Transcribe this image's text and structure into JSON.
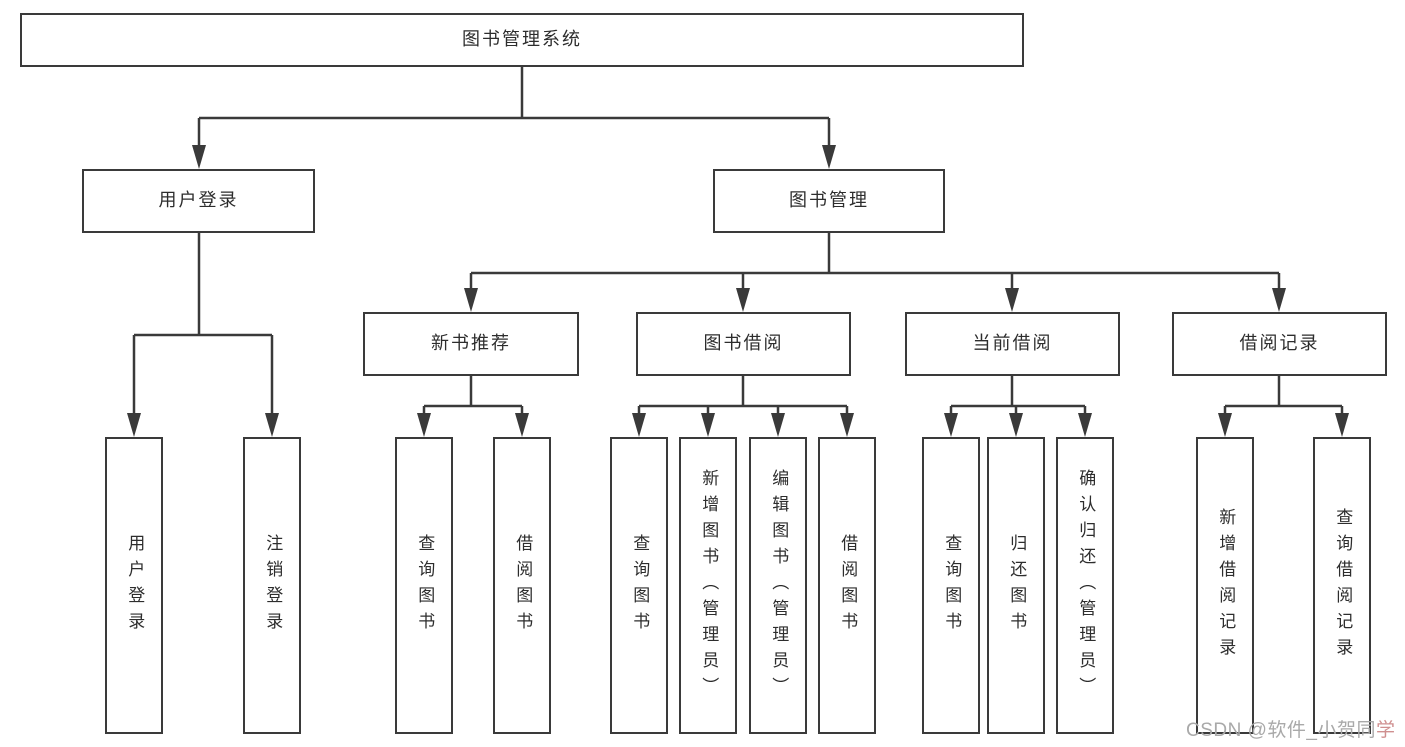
{
  "nodes": {
    "root": {
      "label": "图书管理系统"
    },
    "user_login": {
      "label": "用户登录"
    },
    "book_mgmt": {
      "label": "图书管理"
    },
    "new_book_rec": {
      "label": "新书推荐"
    },
    "book_borrowing": {
      "label": "图书借阅"
    },
    "current_borrowing": {
      "label": "当前借阅"
    },
    "borrowing_records": {
      "label": "借阅记录"
    },
    "leaf_user_login": {
      "label": "用户登录"
    },
    "leaf_logout": {
      "label": "注销登录"
    },
    "leaf_query_books_new": {
      "label": "查询图书"
    },
    "leaf_borrow_books_new": {
      "label": "借阅图书"
    },
    "leaf_query_books_borrow": {
      "label": "查询图书"
    },
    "leaf_add_books": {
      "label": "新增图书（管理员）"
    },
    "leaf_edit_books": {
      "label": "编辑图书（管理员）"
    },
    "leaf_borrow_books_borrow": {
      "label": "借阅图书"
    },
    "leaf_query_books_current": {
      "label": "查询图书"
    },
    "leaf_return_books": {
      "label": "归还图书"
    },
    "leaf_confirm_return": {
      "label": "确认归还（管理员）"
    },
    "leaf_add_borrow_record": {
      "label": "新增借阅记录"
    },
    "leaf_query_borrow_record": {
      "label": "查询借阅记录"
    }
  },
  "watermark": {
    "main": "CSDN @软件_小贺同",
    "tail": "学"
  },
  "colors": {
    "line": "#3a3a3a",
    "text": "#2d2d2d",
    "box_background": "#ffffff",
    "watermark": "#a9a9a9"
  }
}
